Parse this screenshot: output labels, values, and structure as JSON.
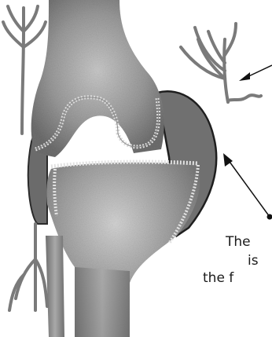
{
  "labels": {
    "line1": "The",
    "line2": "is",
    "line3": "the f"
  }
}
